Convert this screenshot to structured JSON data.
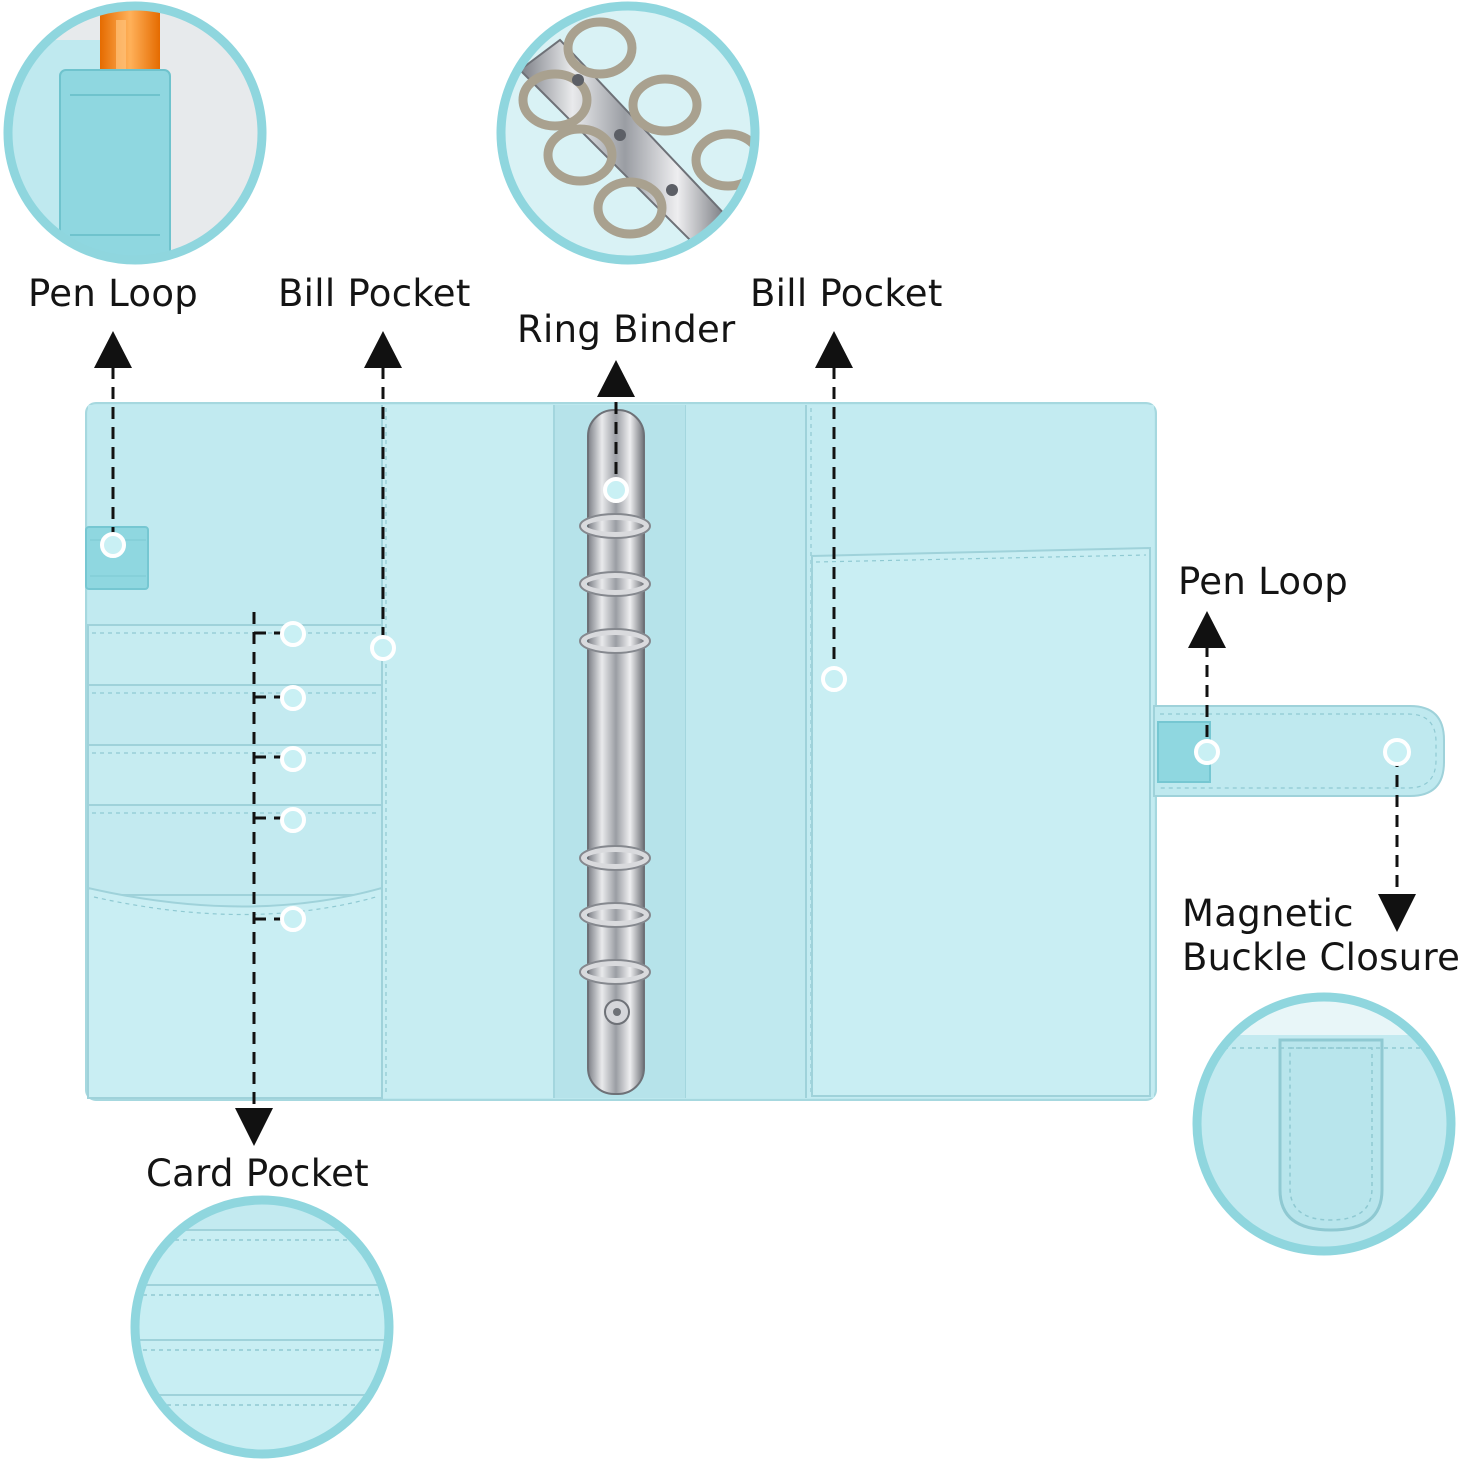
{
  "labels": {
    "pen_loop_left": "Pen Loop",
    "bill_pocket_left": "Bill Pocket",
    "ring_binder": "Ring Binder",
    "bill_pocket_right": "Bill Pocket",
    "pen_loop_right": "Pen Loop",
    "magnetic_buckle_closure": "Magnetic Buckle Closure",
    "card_pocket": "Card Pocket"
  },
  "colors": {
    "leather": "#bfe9ef",
    "leather_dark": "#a9dde5",
    "stitch": "#8fc9d2",
    "accent_ring": "#8fd6de",
    "arrow": "#111111",
    "dot_fill": "#c9f0f4",
    "metal": "#c9cbd0",
    "pen_orange": "#ff8a1c",
    "elastic": "#8fd7e0"
  },
  "icons": {
    "callout_dot": "circle",
    "arrow_up": "triangle-up",
    "arrow_down": "triangle-down"
  }
}
